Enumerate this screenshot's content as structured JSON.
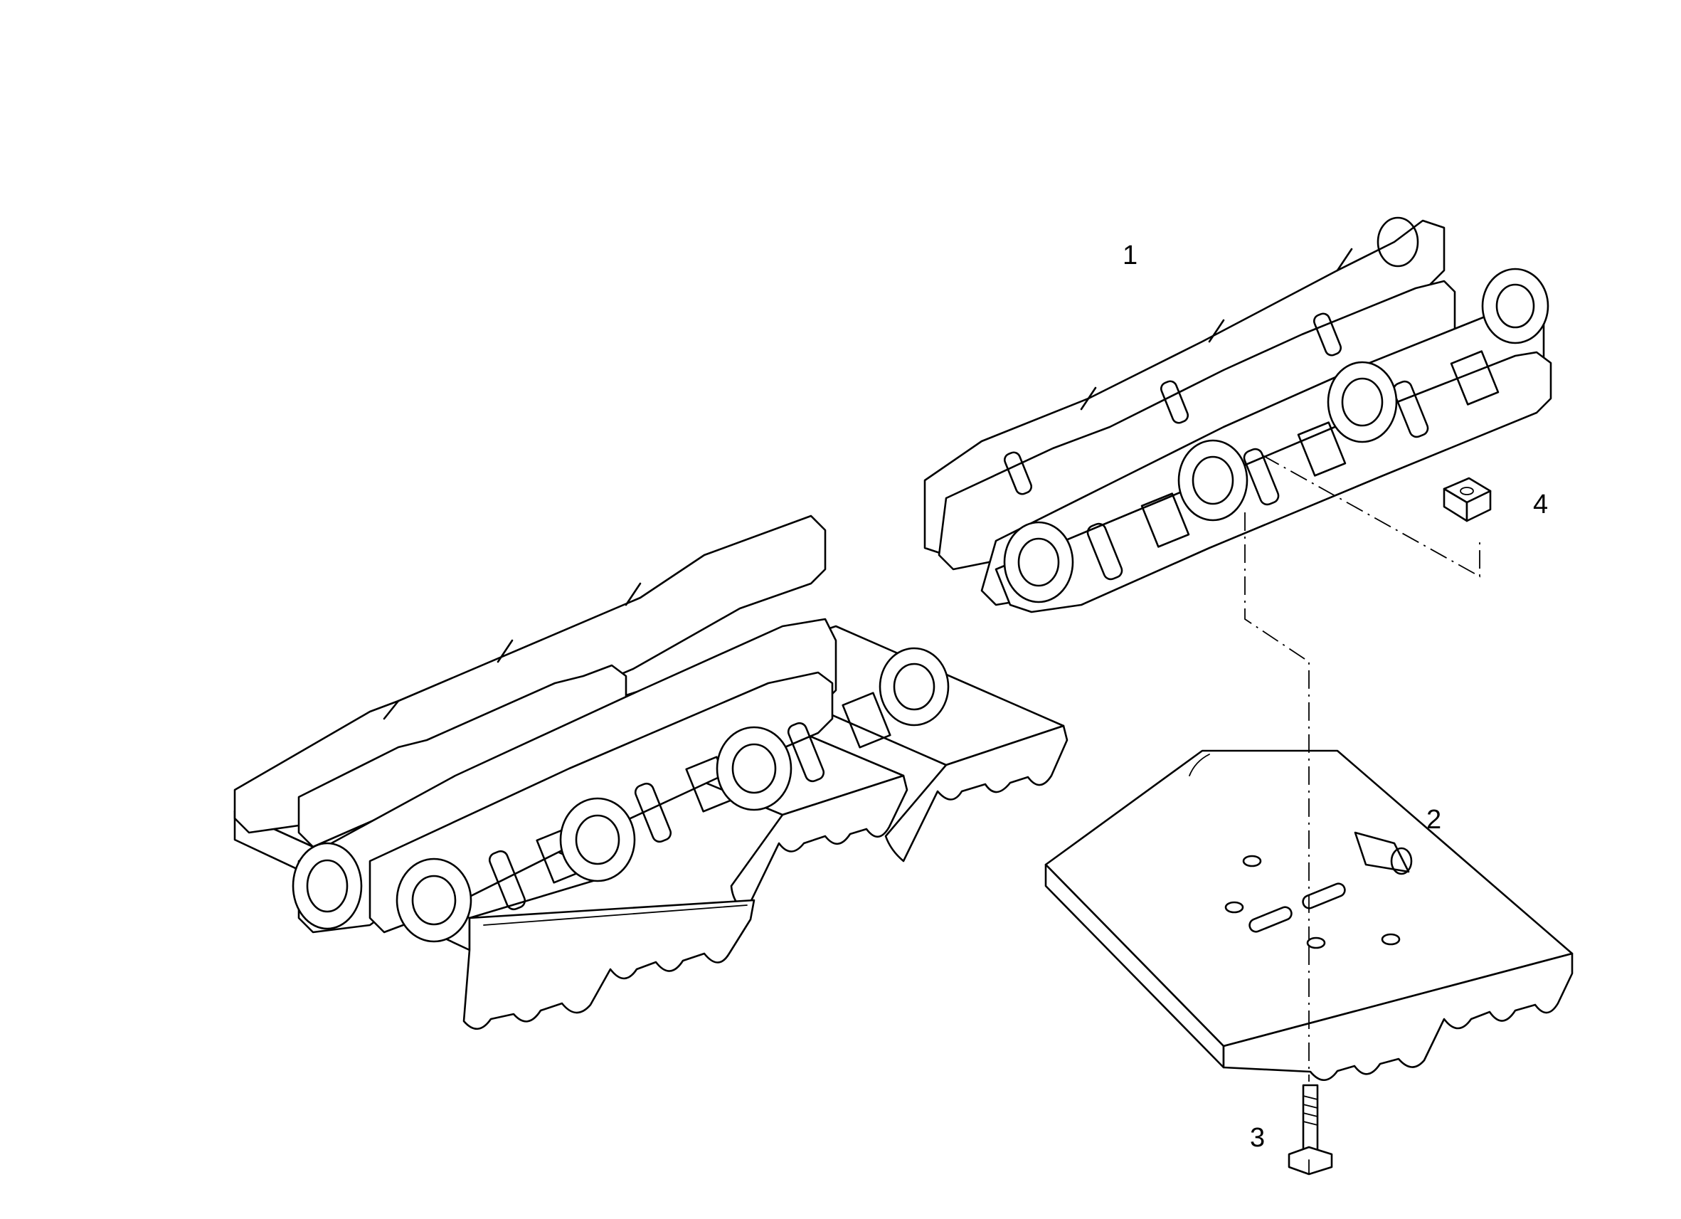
{
  "callouts": {
    "c1": "1",
    "c2": "2",
    "c3": "3",
    "c4": "4"
  },
  "parts": [
    {
      "ref": "1",
      "name": "track-chain-link-assembly"
    },
    {
      "ref": "2",
      "name": "track-shoe-plate"
    },
    {
      "ref": "3",
      "name": "shoe-bolt"
    },
    {
      "ref": "4",
      "name": "shoe-nut"
    }
  ],
  "colors": {
    "line": "#000000",
    "background": "#ffffff"
  }
}
